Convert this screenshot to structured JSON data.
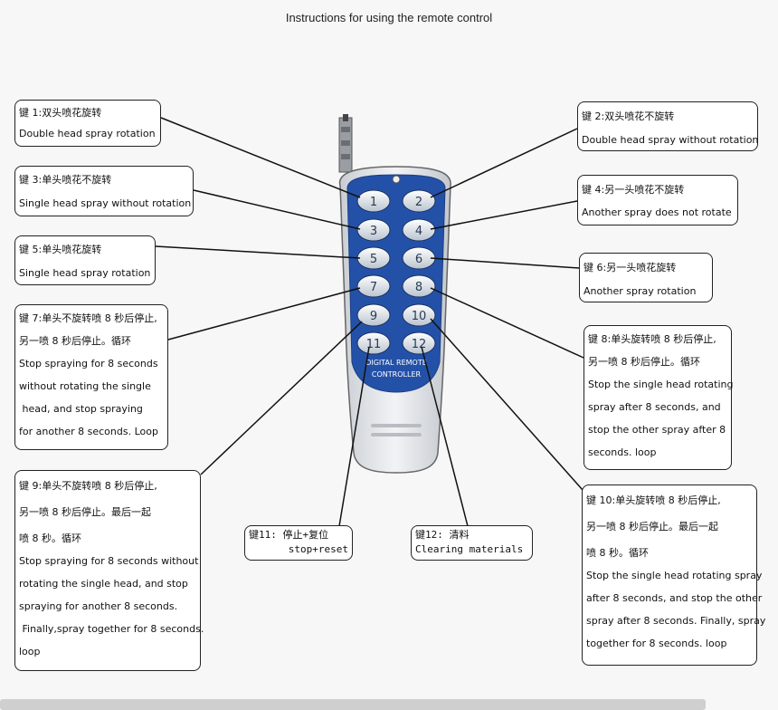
{
  "title": "Instructions for using the remote control",
  "remote": {
    "label_line1": "DIGITAL REMOTE",
    "label_line2": "CONTROLLER",
    "buttons": [
      "1",
      "2",
      "3",
      "4",
      "5",
      "6",
      "7",
      "8",
      "9",
      "10",
      "11",
      "12"
    ]
  },
  "callouts": {
    "k1": {
      "lines": [
        "键 1:双头喷花旋转",
        "Double head spray rotation"
      ]
    },
    "k2": {
      "lines": [
        "键 2:双头喷花不旋转",
        "Double head spray without rotation"
      ]
    },
    "k3": {
      "lines": [
        "键 3:单头喷花不旋转",
        "Single head spray without rotation"
      ]
    },
    "k4": {
      "lines": [
        "键 4:另一头喷花不旋转",
        "Another spray does not rotate"
      ]
    },
    "k5": {
      "lines": [
        "键 5:单头喷花旋转",
        "Single head spray rotation"
      ]
    },
    "k6": {
      "lines": [
        "键 6:另一头喷花旋转",
        "Another spray rotation"
      ]
    },
    "k7": {
      "lines": [
        "键 7:单头不旋转喷 8 秒后停止,",
        "另一喷 8 秒后停止。循环",
        "Stop spraying for 8 seconds",
        "without rotating the single",
        " head, and stop spraying",
        "for another 8 seconds. Loop"
      ]
    },
    "k8": {
      "lines": [
        "键 8:单头旋转喷 8 秒后停止,",
        "另一喷 8 秒后停止。循环",
        "Stop the single head rotating",
        "spray after 8 seconds, and",
        "stop the other spray after 8",
        "seconds. loop"
      ]
    },
    "k9": {
      "lines": [
        "键 9:单头不旋转喷 8 秒后停止,",
        "另一喷 8 秒后停止。最后一起",
        "喷 8 秒。循环",
        "Stop spraying for 8 seconds without",
        "rotating the single head, and stop",
        "spraying for another 8 seconds.",
        " Finally,spray together for 8 seconds.",
        "loop"
      ]
    },
    "k10": {
      "lines": [
        "键 10:单头旋转喷 8 秒后停止,",
        "另一喷 8 秒后停止。最后一起",
        "喷 8 秒。循环",
        "Stop the single head rotating spray",
        "after 8 seconds, and stop the other",
        "spray after 8 seconds. Finally, spray",
        "together for 8 seconds. loop"
      ]
    },
    "k11": {
      "lines": [
        "键11: 停止+复位",
        "stop+reset"
      ]
    },
    "k12": {
      "lines": [
        "键12: 清料",
        "Clearing materials"
      ]
    }
  },
  "colors": {
    "remote_blue": "#2451a8",
    "remote_body": "#d9dde2",
    "button_face": "#dfe6ee"
  }
}
